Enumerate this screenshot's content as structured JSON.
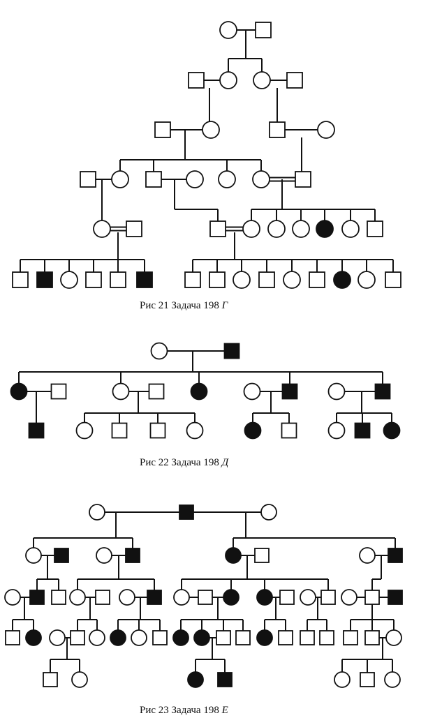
{
  "figures": [
    {
      "caption": {
        "prefix": "Рис",
        "number": "21",
        "task_word": "Задача",
        "task_number": "198",
        "variant": "Г"
      },
      "individuals": [
        {
          "id": "21-I-1",
          "sex": "female",
          "affected": false
        },
        {
          "id": "21-I-2",
          "sex": "male",
          "affected": false
        },
        {
          "id": "21-II-1",
          "sex": "male",
          "affected": false
        },
        {
          "id": "21-II-2",
          "sex": "female",
          "affected": false
        },
        {
          "id": "21-II-3",
          "sex": "female",
          "affected": false
        },
        {
          "id": "21-II-4",
          "sex": "male",
          "affected": false
        },
        {
          "id": "21-III-1",
          "sex": "male",
          "affected": false
        },
        {
          "id": "21-III-2",
          "sex": "female",
          "affected": false
        },
        {
          "id": "21-III-3",
          "sex": "male",
          "affected": false
        },
        {
          "id": "21-III-4",
          "sex": "female",
          "affected": false
        },
        {
          "id": "21-IV-1",
          "sex": "male",
          "affected": false
        },
        {
          "id": "21-IV-2",
          "sex": "female",
          "affected": false
        },
        {
          "id": "21-IV-3",
          "sex": "male",
          "affected": false
        },
        {
          "id": "21-IV-4",
          "sex": "female",
          "affected": false
        },
        {
          "id": "21-IV-5",
          "sex": "female",
          "affected": false
        },
        {
          "id": "21-IV-6",
          "sex": "female",
          "affected": false
        },
        {
          "id": "21-IV-7",
          "sex": "male",
          "affected": false
        },
        {
          "id": "21-V-1",
          "sex": "female",
          "affected": false
        },
        {
          "id": "21-V-2",
          "sex": "male",
          "affected": false
        },
        {
          "id": "21-V-3",
          "sex": "male",
          "affected": false
        },
        {
          "id": "21-V-4",
          "sex": "female",
          "affected": false
        },
        {
          "id": "21-V-5",
          "sex": "female",
          "affected": false
        },
        {
          "id": "21-V-6",
          "sex": "female",
          "affected": false
        },
        {
          "id": "21-V-7",
          "sex": "female",
          "affected": true
        },
        {
          "id": "21-V-8",
          "sex": "female",
          "affected": false
        },
        {
          "id": "21-V-9",
          "sex": "male",
          "affected": false
        },
        {
          "id": "21-VI-1",
          "sex": "male",
          "affected": false
        },
        {
          "id": "21-VI-2",
          "sex": "male",
          "affected": true
        },
        {
          "id": "21-VI-3",
          "sex": "female",
          "affected": false
        },
        {
          "id": "21-VI-4",
          "sex": "male",
          "affected": false
        },
        {
          "id": "21-VI-5",
          "sex": "male",
          "affected": false
        },
        {
          "id": "21-VI-6",
          "sex": "male",
          "affected": true
        },
        {
          "id": "21-VI-7",
          "sex": "male",
          "affected": false
        },
        {
          "id": "21-VI-8",
          "sex": "male",
          "affected": false
        },
        {
          "id": "21-VI-9",
          "sex": "female",
          "affected": false
        },
        {
          "id": "21-VI-10",
          "sex": "male",
          "affected": false
        },
        {
          "id": "21-VI-11",
          "sex": "female",
          "affected": false
        },
        {
          "id": "21-VI-12",
          "sex": "male",
          "affected": false
        },
        {
          "id": "21-VI-13",
          "sex": "female",
          "affected": true
        },
        {
          "id": "21-VI-14",
          "sex": "female",
          "affected": false
        },
        {
          "id": "21-VI-15",
          "sex": "male",
          "affected": false
        }
      ]
    },
    {
      "caption": {
        "prefix": "Рис",
        "number": "22",
        "task_word": "Задача",
        "task_number": "198",
        "variant": "Д"
      },
      "individuals": [
        {
          "id": "22-I-1",
          "sex": "female",
          "affected": false
        },
        {
          "id": "22-I-2",
          "sex": "male",
          "affected": true
        },
        {
          "id": "22-II-1",
          "sex": "female",
          "affected": true
        },
        {
          "id": "22-II-2",
          "sex": "male",
          "affected": false
        },
        {
          "id": "22-II-3",
          "sex": "female",
          "affected": false
        },
        {
          "id": "22-II-4",
          "sex": "male",
          "affected": false
        },
        {
          "id": "22-II-5",
          "sex": "female",
          "affected": true
        },
        {
          "id": "22-II-6",
          "sex": "female",
          "affected": false
        },
        {
          "id": "22-II-7",
          "sex": "male",
          "affected": true
        },
        {
          "id": "22-II-8",
          "sex": "female",
          "affected": false
        },
        {
          "id": "22-II-9",
          "sex": "male",
          "affected": true
        },
        {
          "id": "22-III-1",
          "sex": "male",
          "affected": true
        },
        {
          "id": "22-III-2",
          "sex": "female",
          "affected": false
        },
        {
          "id": "22-III-3",
          "sex": "male",
          "affected": false
        },
        {
          "id": "22-III-4",
          "sex": "male",
          "affected": false
        },
        {
          "id": "22-III-5",
          "sex": "female",
          "affected": false
        },
        {
          "id": "22-III-6",
          "sex": "female",
          "affected": true
        },
        {
          "id": "22-III-7",
          "sex": "male",
          "affected": false
        },
        {
          "id": "22-III-8",
          "sex": "female",
          "affected": false
        },
        {
          "id": "22-III-9",
          "sex": "male",
          "affected": true
        },
        {
          "id": "22-III-10",
          "sex": "female",
          "affected": true
        }
      ]
    },
    {
      "caption": {
        "prefix": "Рис",
        "number": "23",
        "task_word": "Задача",
        "task_number": "198",
        "variant": "Е"
      },
      "individuals": [
        {
          "id": "23-I-1",
          "sex": "female",
          "affected": false
        },
        {
          "id": "23-I-2",
          "sex": "male",
          "affected": true
        },
        {
          "id": "23-I-3",
          "sex": "female",
          "affected": false
        },
        {
          "id": "23-II-1",
          "sex": "female",
          "affected": false
        },
        {
          "id": "23-II-2",
          "sex": "male",
          "affected": true
        },
        {
          "id": "23-II-3",
          "sex": "female",
          "affected": false
        },
        {
          "id": "23-II-4",
          "sex": "male",
          "affected": true
        },
        {
          "id": "23-II-5",
          "sex": "female",
          "affected": true
        },
        {
          "id": "23-II-6",
          "sex": "male",
          "affected": false
        },
        {
          "id": "23-II-7",
          "sex": "female",
          "affected": false
        },
        {
          "id": "23-II-8",
          "sex": "male",
          "affected": true
        },
        {
          "id": "23-III-1",
          "sex": "female",
          "affected": false
        },
        {
          "id": "23-III-2",
          "sex": "male",
          "affected": true
        },
        {
          "id": "23-III-3",
          "sex": "male",
          "affected": false
        },
        {
          "id": "23-III-4",
          "sex": "female",
          "affected": false
        },
        {
          "id": "23-III-5",
          "sex": "male",
          "affected": false
        },
        {
          "id": "23-III-6",
          "sex": "female",
          "affected": false
        },
        {
          "id": "23-III-7",
          "sex": "male",
          "affected": true
        },
        {
          "id": "23-III-8",
          "sex": "female",
          "affected": false
        },
        {
          "id": "23-III-9",
          "sex": "male",
          "affected": false
        },
        {
          "id": "23-III-10",
          "sex": "female",
          "affected": true
        },
        {
          "id": "23-III-11",
          "sex": "female",
          "affected": true
        },
        {
          "id": "23-III-12",
          "sex": "male",
          "affected": false
        },
        {
          "id": "23-III-13",
          "sex": "female",
          "affected": false
        },
        {
          "id": "23-III-14",
          "sex": "male",
          "affected": false
        },
        {
          "id": "23-III-15",
          "sex": "female",
          "affected": false
        },
        {
          "id": "23-III-16",
          "sex": "male",
          "affected": false
        },
        {
          "id": "23-III-17",
          "sex": "male",
          "affected": true
        },
        {
          "id": "23-IV-1",
          "sex": "male",
          "affected": false
        },
        {
          "id": "23-IV-2",
          "sex": "female",
          "affected": true
        },
        {
          "id": "23-IV-3",
          "sex": "female",
          "affected": false
        },
        {
          "id": "23-IV-4",
          "sex": "male",
          "affected": false
        },
        {
          "id": "23-IV-5",
          "sex": "female",
          "affected": false
        },
        {
          "id": "23-IV-6",
          "sex": "female",
          "affected": true
        },
        {
          "id": "23-IV-7",
          "sex": "female",
          "affected": false
        },
        {
          "id": "23-IV-8",
          "sex": "male",
          "affected": false
        },
        {
          "id": "23-IV-9",
          "sex": "female",
          "affected": true
        },
        {
          "id": "23-IV-10",
          "sex": "female",
          "affected": true
        },
        {
          "id": "23-IV-11",
          "sex": "male",
          "affected": false
        },
        {
          "id": "23-IV-12",
          "sex": "male",
          "affected": false
        },
        {
          "id": "23-IV-13",
          "sex": "female",
          "affected": true
        },
        {
          "id": "23-IV-14",
          "sex": "male",
          "affected": false
        },
        {
          "id": "23-IV-15",
          "sex": "male",
          "affected": false
        },
        {
          "id": "23-IV-16",
          "sex": "male",
          "affected": false
        },
        {
          "id": "23-IV-17",
          "sex": "male",
          "affected": false
        },
        {
          "id": "23-IV-18",
          "sex": "male",
          "affected": false
        },
        {
          "id": "23-IV-19",
          "sex": "female",
          "affected": false
        },
        {
          "id": "23-V-1",
          "sex": "male",
          "affected": false
        },
        {
          "id": "23-V-2",
          "sex": "female",
          "affected": false
        },
        {
          "id": "23-V-3",
          "sex": "female",
          "affected": true
        },
        {
          "id": "23-V-4",
          "sex": "male",
          "affected": true
        },
        {
          "id": "23-V-5",
          "sex": "female",
          "affected": false
        },
        {
          "id": "23-V-6",
          "sex": "male",
          "affected": false
        },
        {
          "id": "23-V-7",
          "sex": "female",
          "affected": false
        }
      ]
    }
  ]
}
